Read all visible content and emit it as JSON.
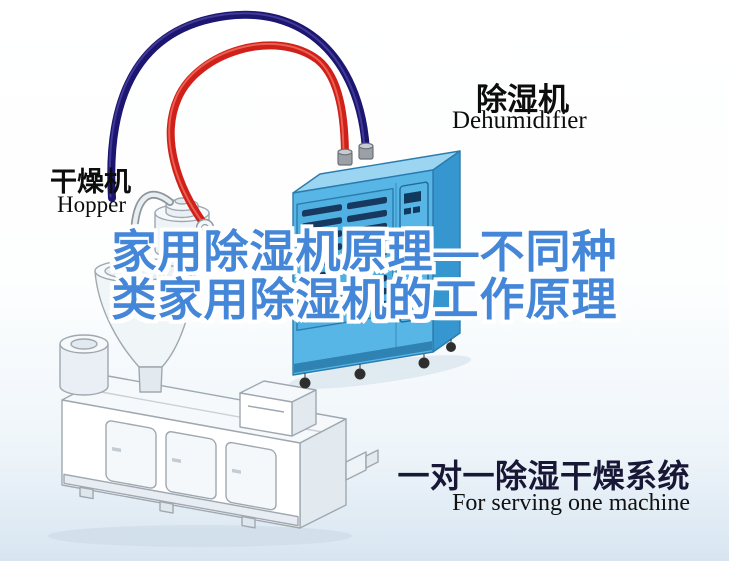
{
  "page": {
    "bg_top": "#ffffff",
    "bg_bottom": "#d8e5f1"
  },
  "heading": {
    "line1": "家用除湿机原理—不同种",
    "line2": "类家用除湿机的工作原理",
    "text_color": "#4486d8",
    "outline_color": "#ffffff"
  },
  "dehumidifier_label": {
    "cn": "除湿机",
    "en": "Dehumidifier"
  },
  "hopper_label": {
    "cn": "干燥机",
    "en": "Hopper"
  },
  "caption": {
    "cn": "一对一除湿干燥系统",
    "en": "For serving one machine"
  },
  "illustration": {
    "return_hose_color": "#1c1670",
    "supply_hose_color": "#d0201a",
    "cabinet_front_color": "#58b6e6",
    "cabinet_side_color": "#3697d0",
    "cabinet_top_color": "#9bd5f2",
    "vent_slot_color": "#17395f",
    "line_art_color": "#9fa8b0"
  }
}
